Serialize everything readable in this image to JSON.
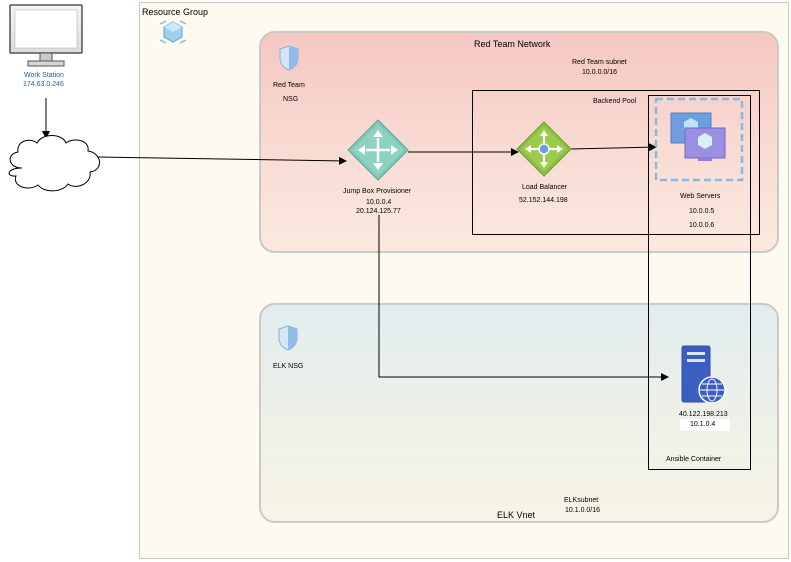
{
  "workstation": {
    "name": "Work Station",
    "ip": "174.63.0.246"
  },
  "resource_group": {
    "label": "Resource Group"
  },
  "red_network": {
    "title": "Red Team Network",
    "nsg_line1": "Red Team",
    "nsg_line2": "NSG",
    "subnet_name": "Red Team subnet",
    "subnet_cidr": "10.0.0.0/16",
    "backend_pool": "Backend Pool"
  },
  "jump_box": {
    "name": "Jump Box Provisioner",
    "private_ip": "10.0.0.4",
    "public_ip": "20.124.125.77"
  },
  "load_balancer": {
    "name": "Load Balancer",
    "ip": "52.152.144.198"
  },
  "web_servers": {
    "name": "Web Servers",
    "ip1": "10.0.0.5",
    "ip2": "10.0.0.6"
  },
  "elk_network": {
    "title": "ELK Vnet",
    "nsg": "ELK NSG",
    "subnet_name": "ELKsubnet",
    "subnet_cidr": "10.1.0.0/16"
  },
  "elk_server": {
    "public_ip": "40.122.198.213",
    "private_ip": "10.1.0.4"
  },
  "ansible": {
    "label": "Ansible Container"
  },
  "colors": {
    "jump_box": "#7fc7b8",
    "load_balancer": "#8bbf3f",
    "server_blue": "#3b5fc0",
    "shield": "#6a9fd8"
  }
}
